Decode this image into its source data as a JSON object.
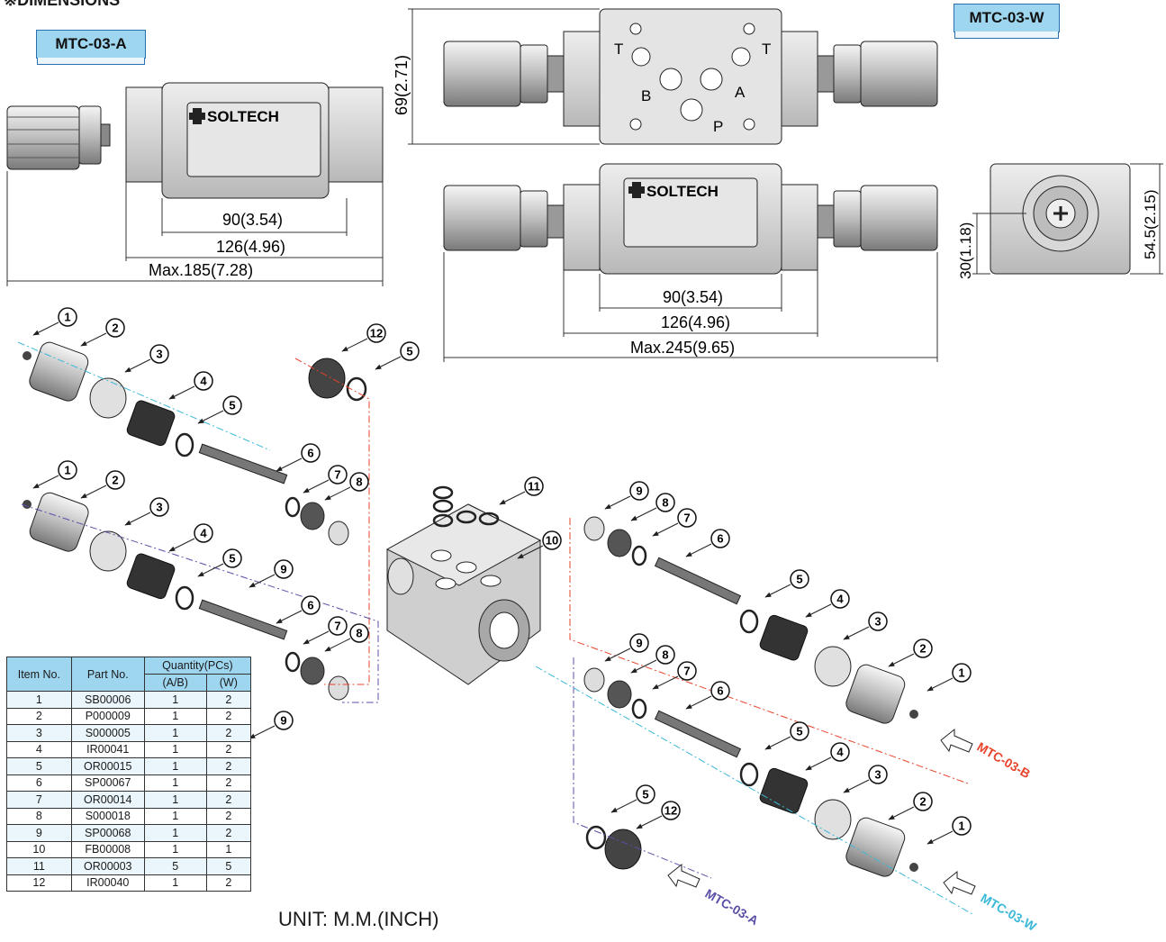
{
  "heading": "※DIMENSIONS",
  "model_a": "MTC-03-A",
  "model_w": "MTC-03-W",
  "brand": "SOLTECH",
  "dims_a": {
    "body": "90(3.54)",
    "overall": "126(4.96)",
    "max": "Max.185(7.28)"
  },
  "dims_w": {
    "body": "90(3.54)",
    "overall": "126(4.96)",
    "max": "Max.245(9.65)",
    "height": "69(2.71)"
  },
  "dims_side": {
    "center": "30(1.18)",
    "height": "54.5(2.15)"
  },
  "ports": {
    "t": "T",
    "a": "A",
    "b": "B",
    "p": "P"
  },
  "balloons": [
    "1",
    "2",
    "3",
    "4",
    "5",
    "6",
    "7",
    "8",
    "9",
    "10",
    "11",
    "12"
  ],
  "assembly_labels": {
    "b": "MTC-03-B",
    "a": "MTC-03-A",
    "w": "MTC-03-W"
  },
  "colors": {
    "label_b": "#e8432b",
    "label_a": "#5a4fa8",
    "label_w": "#3ab8d8",
    "title_fill": "#9fd6ef"
  },
  "unit": "UNIT: M.M.(INCH)",
  "table": {
    "headers": {
      "item": "Item No.",
      "part": "Part No.",
      "qty": "Quantity(PCs)",
      "ab": "(A/B)",
      "w": "(W)"
    },
    "rows": [
      {
        "item": "1",
        "part": "SB00006",
        "ab": "1",
        "w": "2"
      },
      {
        "item": "2",
        "part": "P000009",
        "ab": "1",
        "w": "2"
      },
      {
        "item": "3",
        "part": "S000005",
        "ab": "1",
        "w": "2"
      },
      {
        "item": "4",
        "part": "IR00041",
        "ab": "1",
        "w": "2"
      },
      {
        "item": "5",
        "part": "OR00015",
        "ab": "1",
        "w": "2"
      },
      {
        "item": "6",
        "part": "SP00067",
        "ab": "1",
        "w": "2"
      },
      {
        "item": "7",
        "part": "OR00014",
        "ab": "1",
        "w": "2"
      },
      {
        "item": "8",
        "part": "S000018",
        "ab": "1",
        "w": "2"
      },
      {
        "item": "9",
        "part": "SP00068",
        "ab": "1",
        "w": "2"
      },
      {
        "item": "10",
        "part": "FB00008",
        "ab": "1",
        "w": "1"
      },
      {
        "item": "11",
        "part": "OR00003",
        "ab": "5",
        "w": "5"
      },
      {
        "item": "12",
        "part": "IR00040",
        "ab": "1",
        "w": "2"
      }
    ]
  }
}
